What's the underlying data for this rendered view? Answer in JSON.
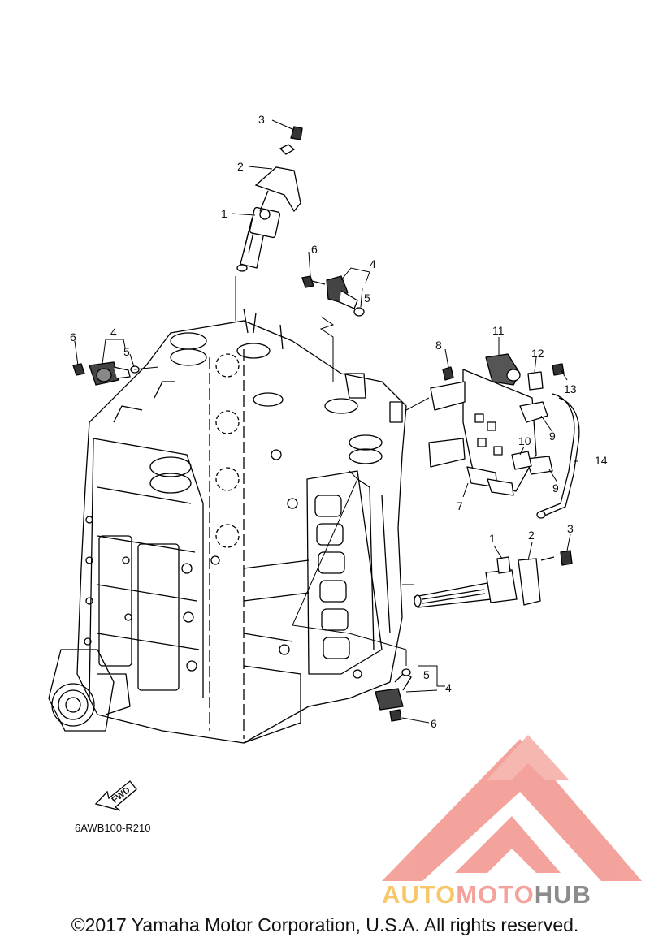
{
  "callouts": {
    "c1": "3",
    "c2": "2",
    "c3": "1",
    "c4": "6",
    "c5": "4",
    "c6": "5",
    "c7": "6",
    "c8": "4",
    "c9": "5",
    "c10": "11",
    "c11": "8",
    "c12": "12",
    "c13": "13",
    "c14": "9",
    "c15": "10",
    "c16": "14",
    "c17": "9",
    "c18": "7",
    "c19": "1",
    "c20": "2",
    "c21": "3",
    "c22": "5",
    "c23": "4",
    "c24": "6"
  },
  "fwd_label": "FWD",
  "diagram_code": "6AWB100-R210",
  "watermark": {
    "part1": "AUTO",
    "part2": "MOTO",
    "part3": "HUB",
    "colors": {
      "auto": "#f7c76a",
      "moto": "#f3a39b",
      "hub": "#8c8c8c",
      "logo": "#f08a80"
    }
  },
  "copyright": "©2017 Yamaha Motor Corporation, U.S.A. All rights reserved."
}
